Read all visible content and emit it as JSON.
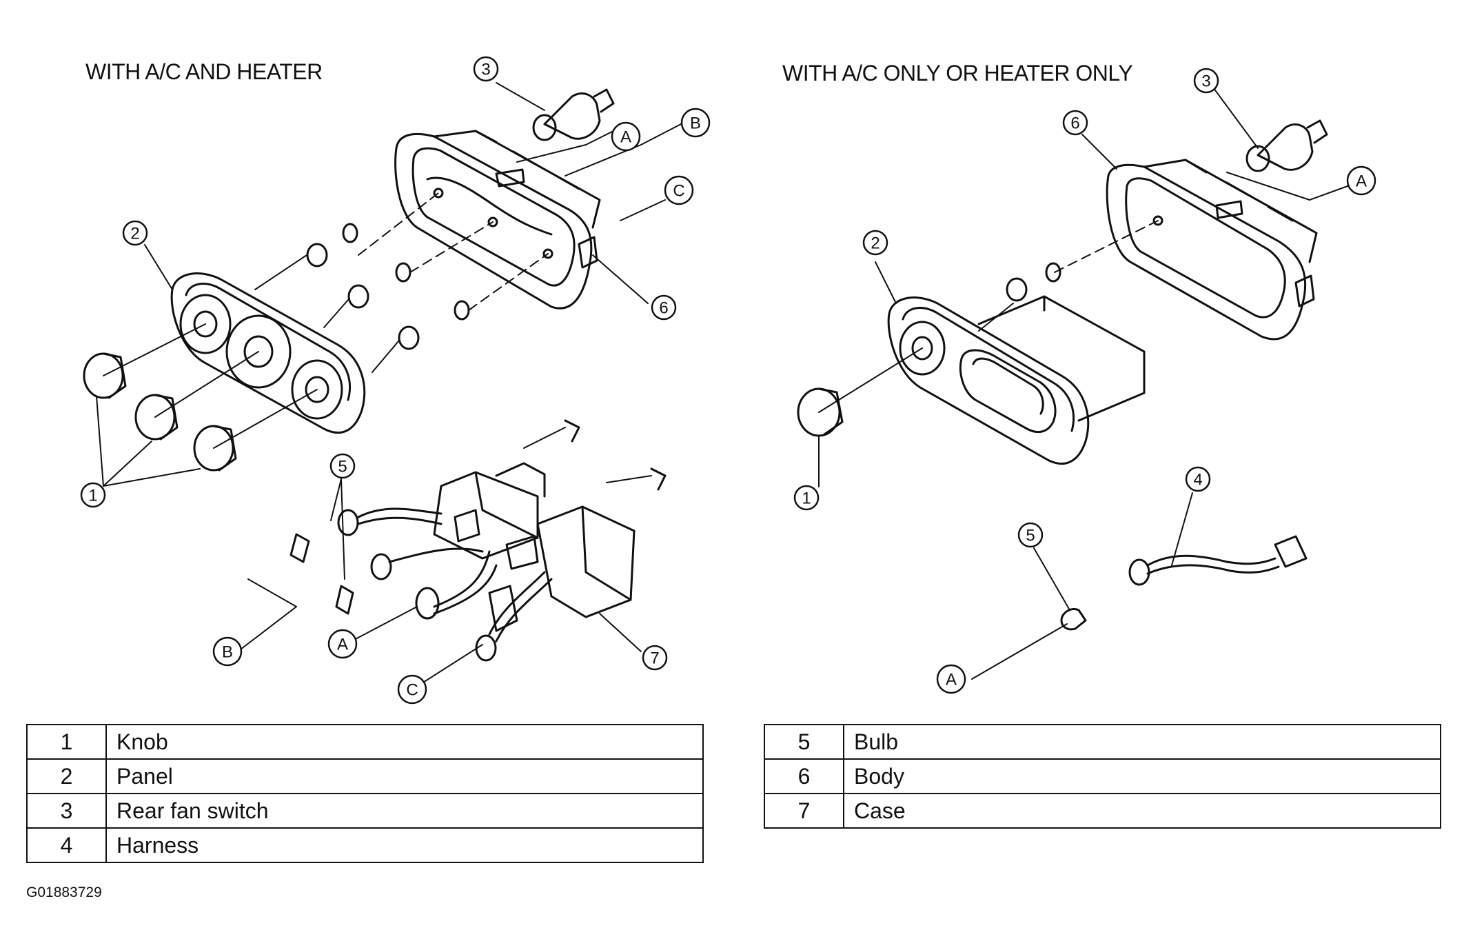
{
  "left": {
    "title": "WITH A/C AND HEATER",
    "callouts": {
      "n1": "1",
      "n2": "2",
      "n3": "3",
      "n5": "5",
      "n6": "6",
      "n7": "7",
      "a": "A",
      "b": "B",
      "c": "C"
    }
  },
  "right": {
    "title": "WITH A/C ONLY OR HEATER ONLY",
    "callouts": {
      "n1": "1",
      "n2": "2",
      "n3": "3",
      "n4": "4",
      "n5": "5",
      "n6": "6",
      "a": "A"
    }
  },
  "legend_left": [
    {
      "num": "1",
      "name": "Knob"
    },
    {
      "num": "2",
      "name": "Panel"
    },
    {
      "num": "3",
      "name": "Rear fan switch"
    },
    {
      "num": "4",
      "name": "Harness"
    }
  ],
  "legend_right": [
    {
      "num": "5",
      "name": "Bulb"
    },
    {
      "num": "6",
      "name": "Body"
    },
    {
      "num": "7",
      "name": "Case"
    }
  ],
  "figure_id": "G01883729"
}
